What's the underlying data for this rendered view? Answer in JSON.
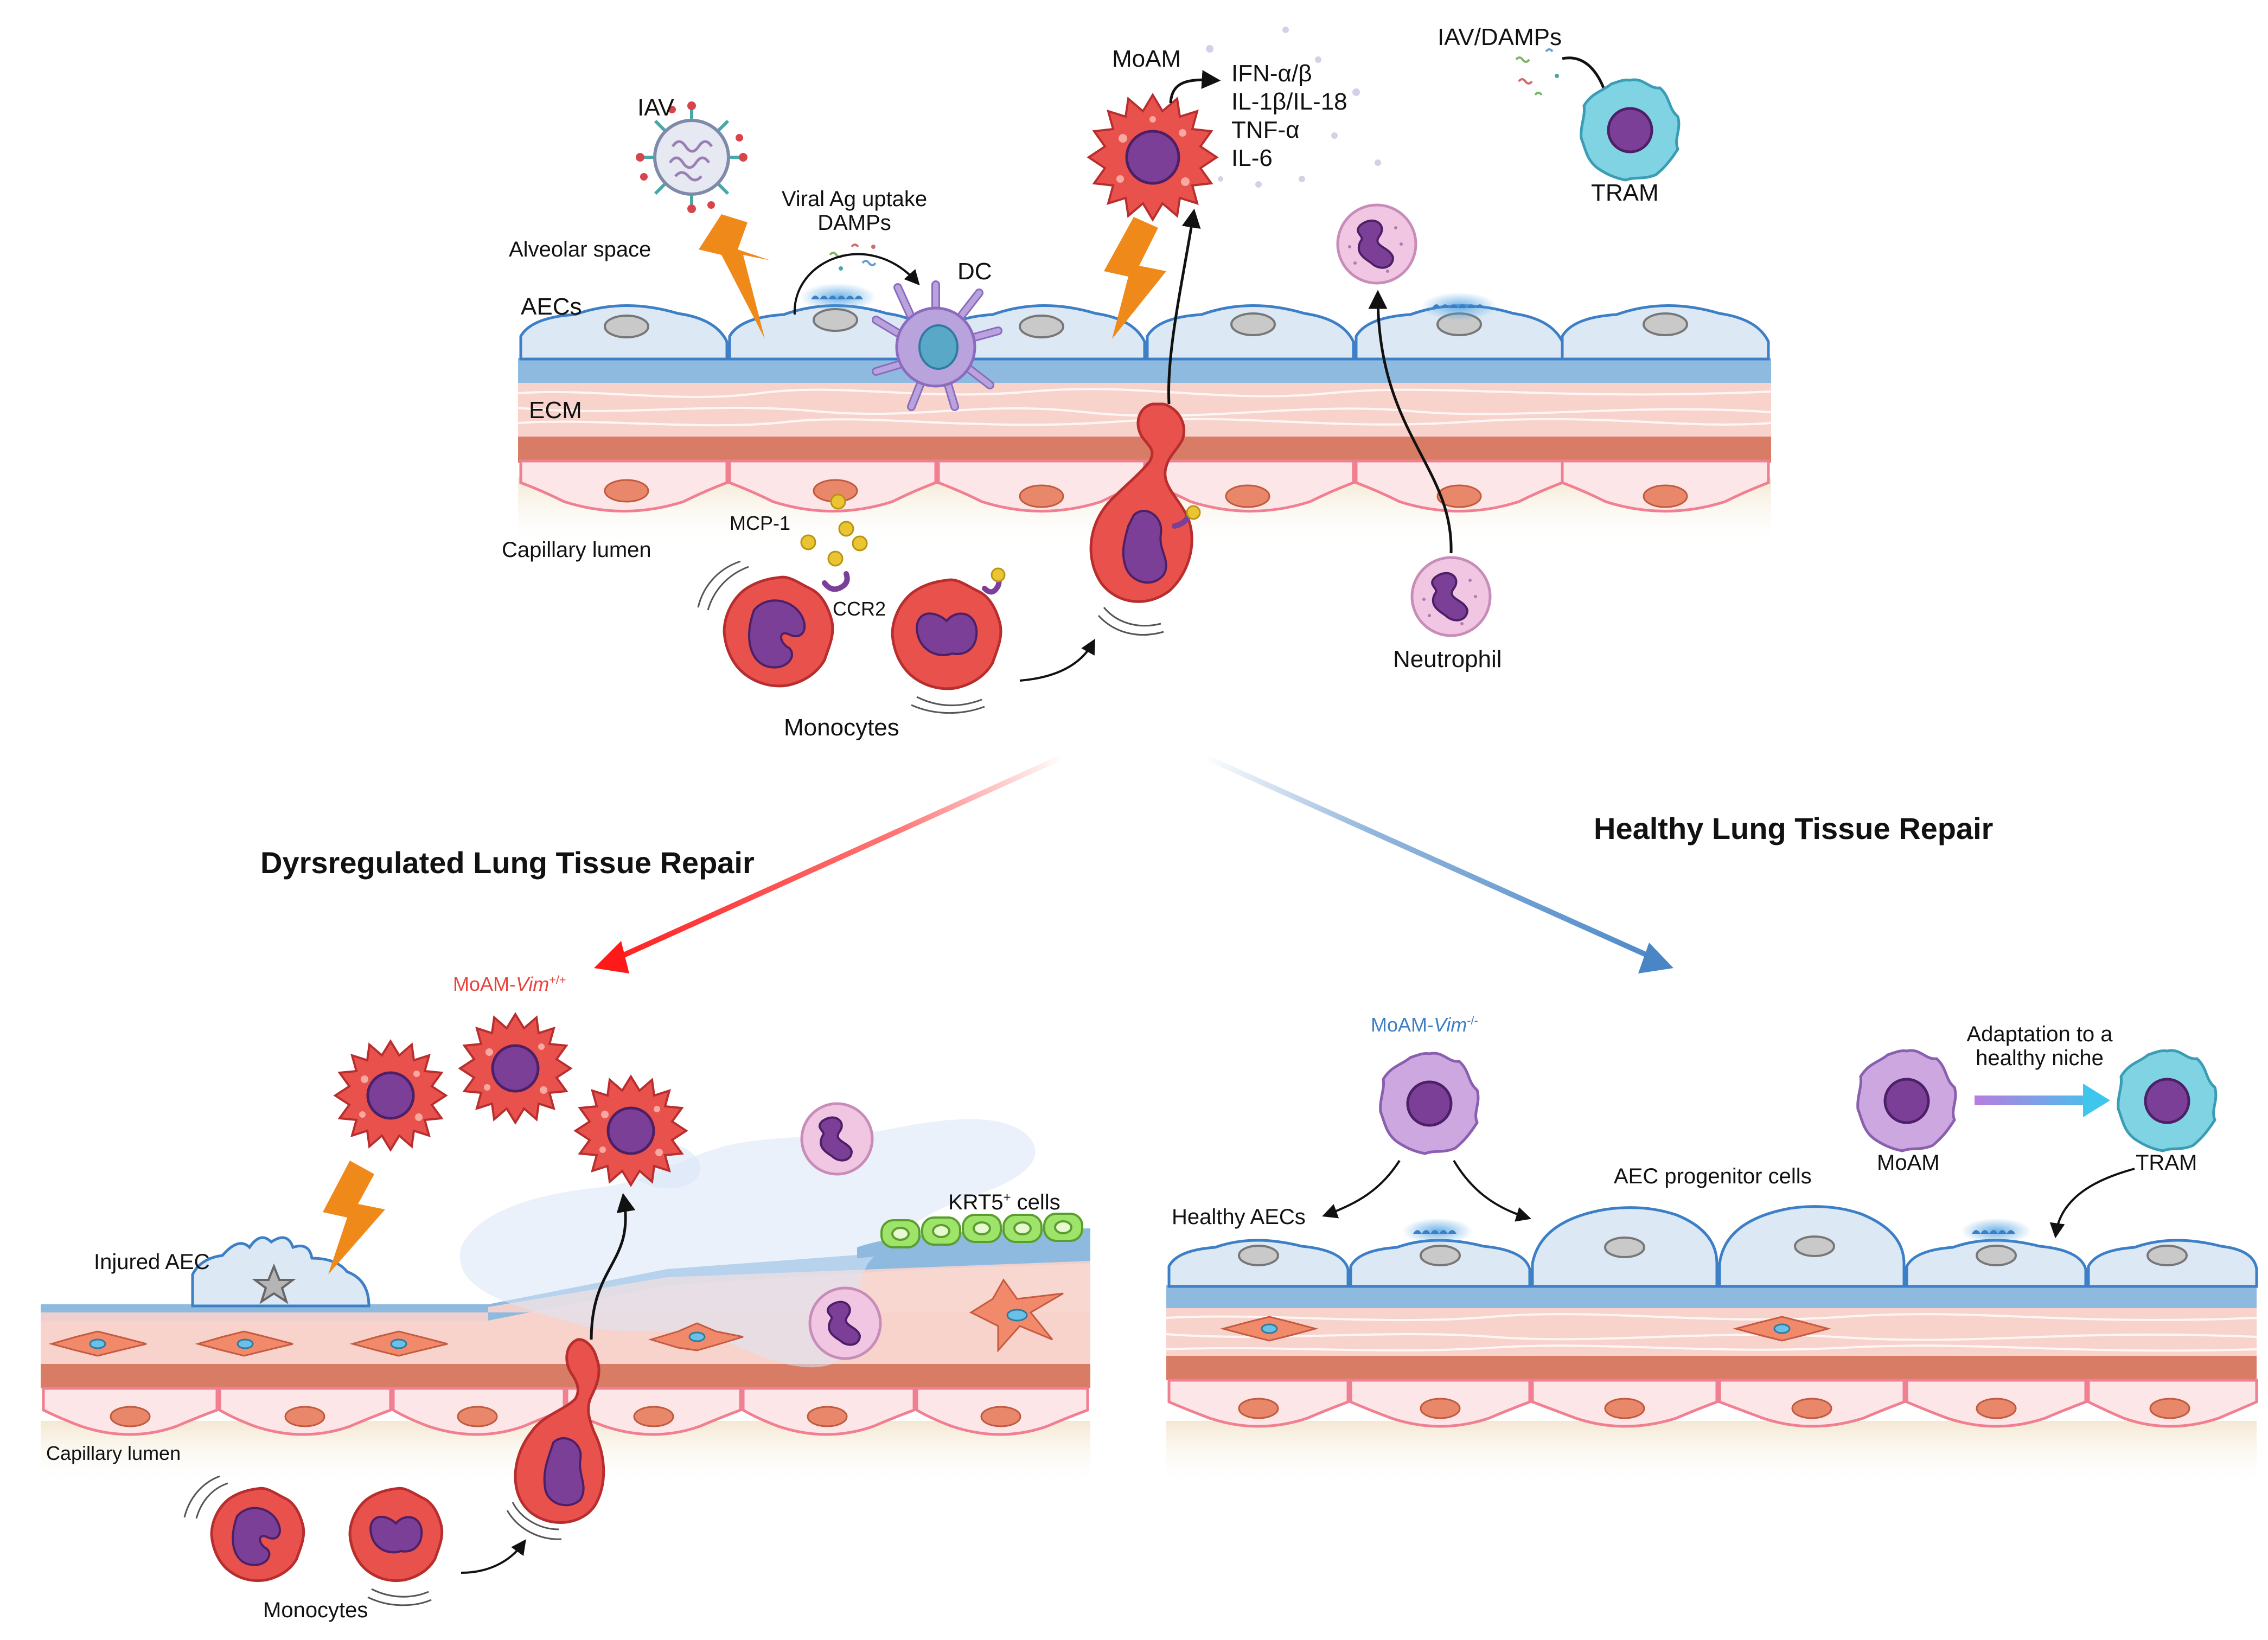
{
  "labels": {
    "iav": "IAV",
    "alveolar_space": "Alveolar space",
    "aecs": "AECs",
    "ecm": "ECM",
    "capillary_lumen_top": "Capillary lumen",
    "mcp1": "MCP-1",
    "ccr2": "CCR2",
    "monocytes_top": "Monocytes",
    "viral_ag_line1": "Viral Ag uptake",
    "viral_ag_line2": "DAMPs",
    "dc": "DC",
    "moam_top": "MoAM",
    "cytokines": [
      "IFN-α/β",
      "IL-1β/IL-18",
      "TNF-α",
      "IL-6"
    ],
    "iav_damps": "IAV/DAMPs",
    "tram_top": "TRAM",
    "neutrophil": "Neutrophil",
    "dysregulated_title": "Dyrsregulated Lung Tissue Repair",
    "healthy_title": "Healthy Lung Tissue Repair",
    "moam_vim_pos_prefix": "MoAM-",
    "moam_vim_pos_gene": "Vim",
    "moam_vim_pos_sup": "+/+",
    "injured_aec": "Injured AEC",
    "krt5_prefix": "KRT5",
    "krt5_sup": "+",
    "krt5_suffix": " cells",
    "capillary_lumen_bottom": "Capillary lumen",
    "monocytes_bottom": "Monocytes",
    "moam_vim_neg_prefix": "MoAM-",
    "moam_vim_neg_gene": "Vim",
    "moam_vim_neg_sup": "-/-",
    "healthy_aecs": "Healthy AECs",
    "aec_progenitor": "AEC progenitor cells",
    "adaptation_line1": "Adaptation to a",
    "adaptation_line2": "healthy niche",
    "moam_right": "MoAM",
    "tram_right": "TRAM"
  },
  "colors": {
    "aec_fill": "#dce9f5",
    "aec_stroke": "#3d7fc6",
    "basement": "#8fbadf",
    "ecm": "#f8d3cc",
    "ecm_dark": "#d97c66",
    "endothelium": "#fde6e8",
    "endothelium_stroke": "#f07f91",
    "moam_red": "#e9524c",
    "nucleus_purple": "#7b3f98",
    "dc_purple": "#b8a3dc",
    "tram_cyan": "#7fd3e3",
    "neutrophil_pink": "#f0c6e3",
    "lightning_orange": "#ef8a1a",
    "arrow_red": "#ff1a1a",
    "arrow_blue": "#4a86c6",
    "moam_vim_neg": "#cda8e0",
    "krt5_green": "#9ee36a"
  },
  "icons": [
    "lightning-icon",
    "virus-icon",
    "cell-icon",
    "arrow-icon",
    "fibroblast-icon",
    "receptor-icon"
  ]
}
